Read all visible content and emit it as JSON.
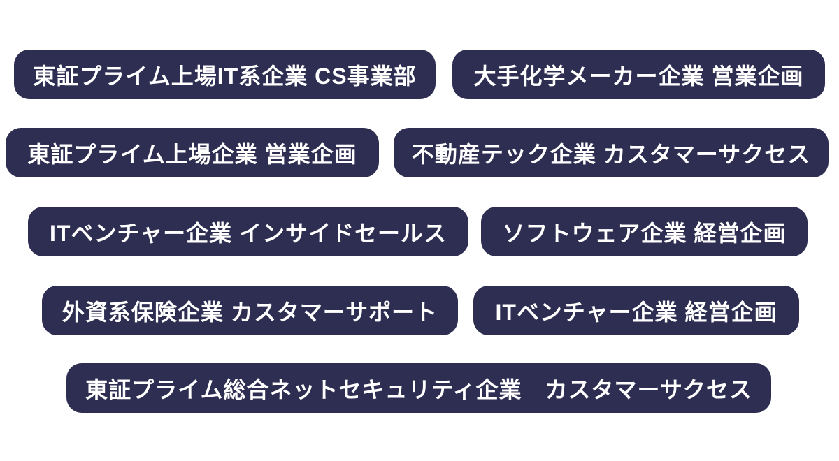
{
  "theme": {
    "page-bg": "#ffffff",
    "badge-bg": "#2e2e52",
    "badge-text": "#ffffff"
  },
  "badges": [
    {
      "label": "東証プライム上場IT系企業 CS事業部"
    },
    {
      "label": "大手化学メーカー企業 営業企画"
    },
    {
      "label": "東証プライム上場企業 営業企画"
    },
    {
      "label": "不動産テック企業 カスタマーサクセス"
    },
    {
      "label": "ITベンチャー企業 インサイドセールス"
    },
    {
      "label": "ソフトウェア企業 経営企画"
    },
    {
      "label": "外資系保険企業 カスタマーサポート"
    },
    {
      "label": "ITベンチャー企業 経営企画"
    },
    {
      "label": "東証プライム総合ネットセキュリティ企業　カスタマーサクセス"
    }
  ]
}
